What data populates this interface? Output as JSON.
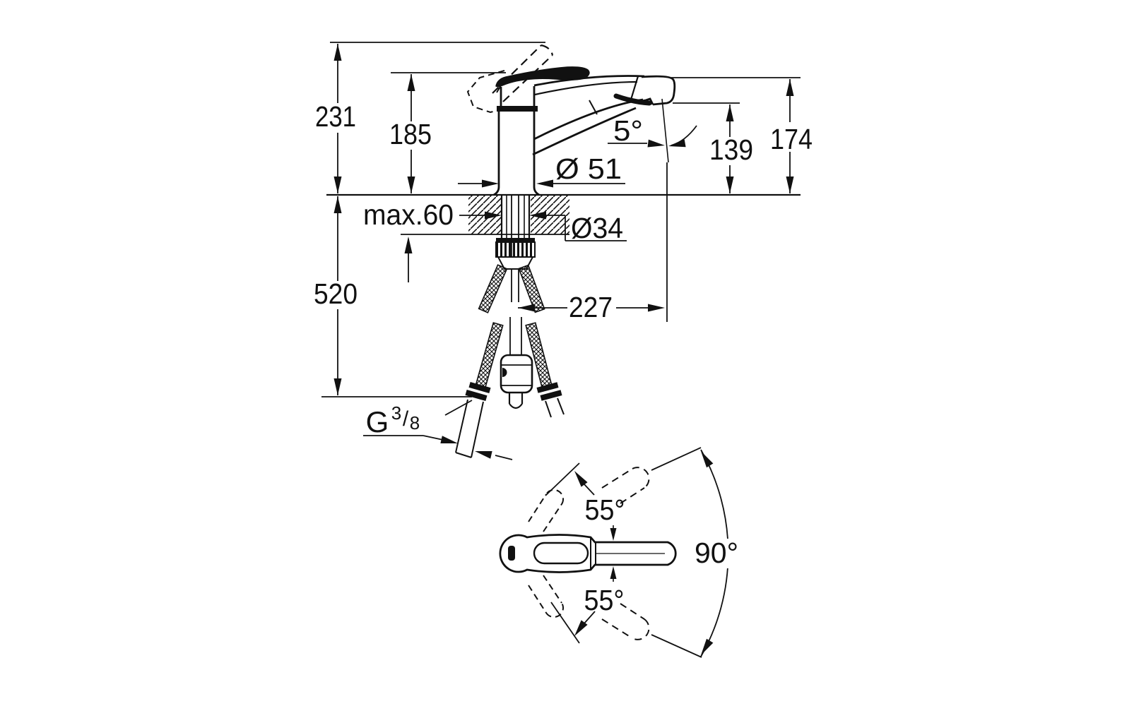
{
  "drawing": {
    "background": "#ffffff",
    "line_color": "#111111",
    "side_view": {
      "dims": {
        "total_height": "231",
        "handle_height": "185",
        "max_counter_thickness": "max.60",
        "below_counter_depth": "520",
        "base_diameter": "Ø 51",
        "shank_diameter": "Ø34",
        "head_angle": "5°",
        "spout_outlet_height": "139",
        "spout_top_height": "174",
        "spout_reach": "227",
        "thread": {
          "prefix": "G",
          "numerator": "3",
          "slash": "/",
          "denominator": "8"
        }
      }
    },
    "top_view": {
      "dims": {
        "handle_swing_up": "55°",
        "handle_swing_down": "55°",
        "spout_swivel": "90°"
      }
    }
  }
}
